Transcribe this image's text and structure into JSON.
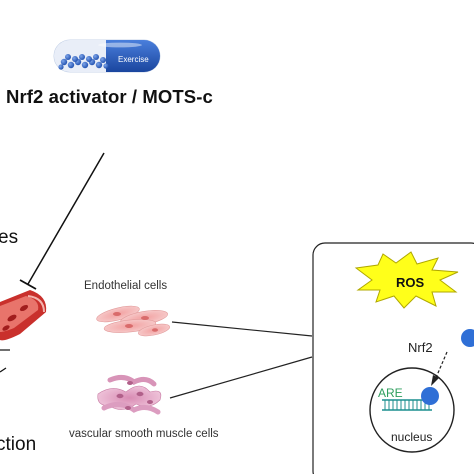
{
  "pill": {
    "label": "Exercise",
    "colors": {
      "dark": "#1f52b8",
      "light": "#dfe9f7",
      "bead": "#2c5fc0"
    }
  },
  "inhibitor": {
    "label": "Nrf2 activator / MOTS-c"
  },
  "fragments": {
    "top": "es",
    "bottom": "ction"
  },
  "cells": {
    "endothelial": "Endothelial cells",
    "vsmc": "vascular smooth muscle cells"
  },
  "panel": {
    "ros": "ROS",
    "nrf2": "Nrf2",
    "are": "ARE",
    "nucleus": "nucleus",
    "colors": {
      "ros_fill": "#ffff1a",
      "nrf2_blue": "#2f6fd6",
      "are_green": "#2e9e5e",
      "dna": "#1c8f8f"
    }
  }
}
